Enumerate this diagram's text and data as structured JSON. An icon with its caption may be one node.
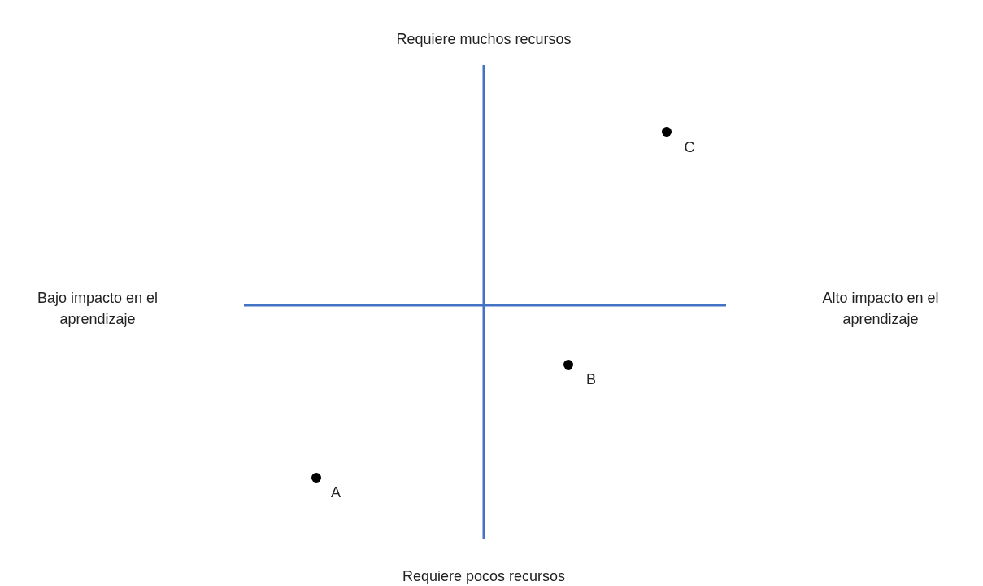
{
  "diagram": {
    "labels": [
      "Requiere muchos recursos",
      "C",
      "Bajo impacto en el aprendizaje",
      "Alto impacto en el aprendizaje",
      "B",
      "A",
      "Requiere pocos recursos"
    ]
  }
}
